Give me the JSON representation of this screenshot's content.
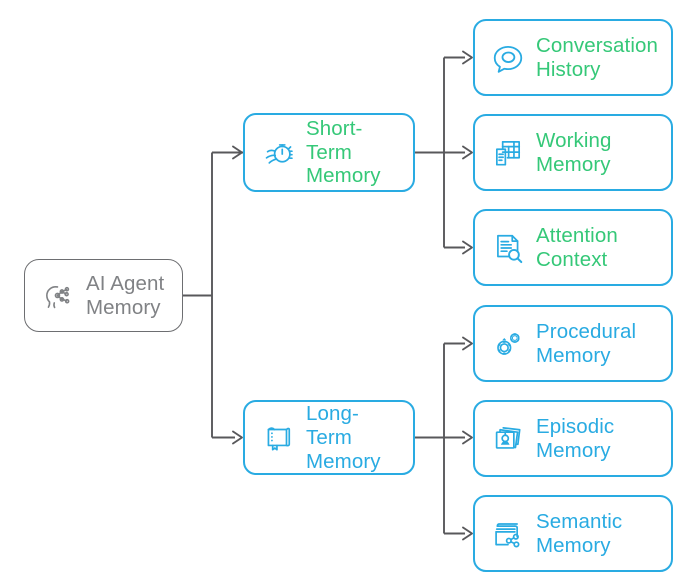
{
  "diagram": {
    "title": "AI Agent Memory",
    "type": "hierarchy-tree",
    "colors": {
      "accent_blue": "#29abe2",
      "accent_green": "#35c878",
      "root_gray": "#808285",
      "root_border": "#6d6e71",
      "connector": "#58585b",
      "background": "#ffffff"
    },
    "root": {
      "label": "AI Agent\nMemory",
      "icon": "brain-circuit-icon",
      "text_color": "#808285"
    },
    "branches": [
      {
        "id": "short-term",
        "label": "Short-Term\nMemory",
        "icon": "hand-stopwatch-icon",
        "text_color": "#35c878",
        "border_color": "#29abe2",
        "children": [
          {
            "id": "conversation-history",
            "label": "Conversation\nHistory",
            "icon": "speech-bubble-icon",
            "text_color": "#35c878",
            "border_color": "#29abe2"
          },
          {
            "id": "working-memory",
            "label": "Working\nMemory",
            "icon": "document-table-icon",
            "text_color": "#35c878",
            "border_color": "#29abe2"
          },
          {
            "id": "attention-context",
            "label": "Attention\nContext",
            "icon": "document-search-icon",
            "text_color": "#35c878",
            "border_color": "#29abe2"
          }
        ]
      },
      {
        "id": "long-term",
        "label": "Long-Term\nMemory",
        "icon": "book-icon",
        "text_color": "#29abe2",
        "border_color": "#29abe2",
        "children": [
          {
            "id": "procedural-memory",
            "label": "Procedural\nMemory",
            "icon": "gears-icon",
            "text_color": "#29abe2",
            "border_color": "#29abe2"
          },
          {
            "id": "episodic-memory",
            "label": "Episodic\nMemory",
            "icon": "photo-stack-icon",
            "text_color": "#29abe2",
            "border_color": "#29abe2"
          },
          {
            "id": "semantic-memory",
            "label": "Semantic\nMemory",
            "icon": "book-network-icon",
            "text_color": "#29abe2",
            "border_color": "#29abe2"
          }
        ]
      }
    ]
  }
}
